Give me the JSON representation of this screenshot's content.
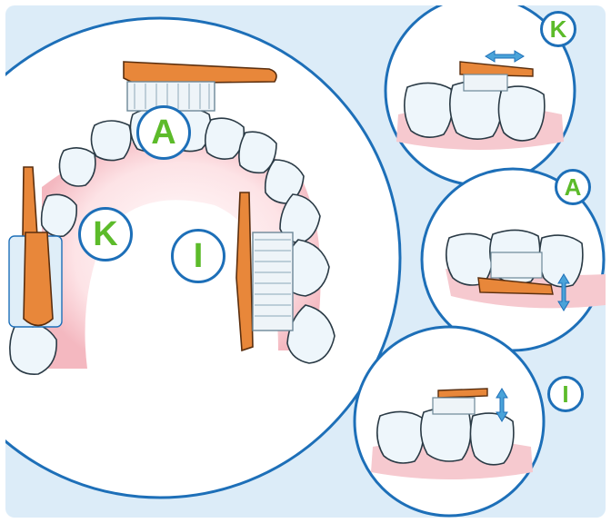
{
  "badges": {
    "main_top": "A",
    "main_left": "K",
    "main_right": "I",
    "inset_top": "K",
    "inset_middle": "A",
    "inset_bottom": "I"
  },
  "colors": {
    "background": "#dcecf8",
    "circle_border": "#1d6fb8",
    "badge_text": "#5cbb2a",
    "brush_handle": "#e8873a",
    "gum": "#f6c9cf",
    "arrow": "#4aa3d9"
  }
}
